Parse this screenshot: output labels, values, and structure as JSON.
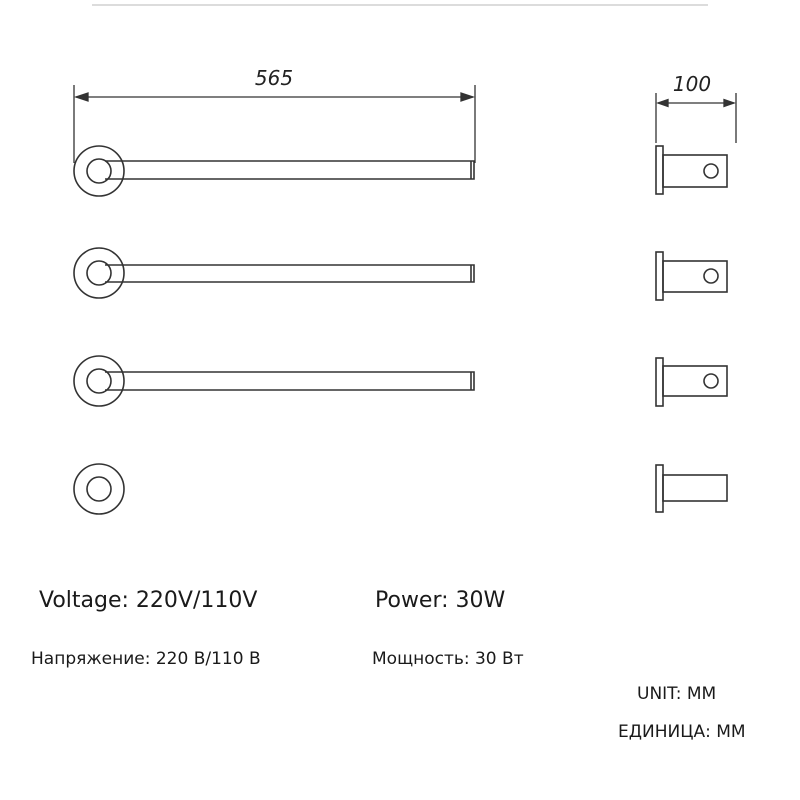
{
  "dimensions": {
    "length": "565",
    "depth": "100"
  },
  "specs": {
    "voltage_en": "Voltage: 220V/110V",
    "power_en": "Power: 30W",
    "voltage_ru": "Напряжение: 220 В/110 В",
    "power_ru": "Мощность: 30 Вт"
  },
  "unit": {
    "en": "UNIT: MM",
    "ru": "ЕДИНИЦА: MM"
  },
  "colors": {
    "line": "#333333",
    "divider": "#d0d0d0"
  },
  "rows": [
    "bar",
    "bar",
    "bar",
    "no-bar"
  ]
}
